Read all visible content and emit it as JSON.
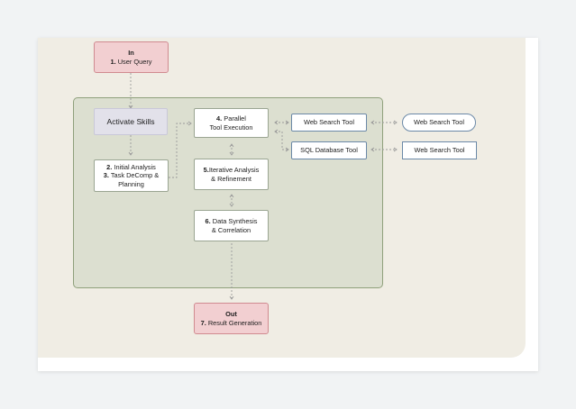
{
  "nodes": {
    "input": {
      "title": "In",
      "num": "1.",
      "label": "User Query"
    },
    "activate": {
      "label": "Activate Skills"
    },
    "analysis": {
      "line1_num": "2.",
      "line1_label": "Initial Analysis",
      "line2_num": "3.",
      "line2_label": "Task DeComp &",
      "line3_label": "Planning"
    },
    "parallel": {
      "num": "4.",
      "label1": "Parallel",
      "label2": "Tool Execution"
    },
    "iterative": {
      "num": "5.",
      "label1": "Iterative Analysis",
      "label2": "& Refinement"
    },
    "synthesis": {
      "num": "6.",
      "label1": "Data Synthesis",
      "label2": "& Correlation"
    },
    "output": {
      "title": "Out",
      "num": "7.",
      "label": "Result Generation"
    },
    "tool_web": {
      "label": "Web Search Tool"
    },
    "tool_sql": {
      "label": "SQL Database Tool"
    },
    "ext_web": {
      "label": "Web Search Tool"
    },
    "ext_sql": {
      "label": "Web Search Tool"
    }
  },
  "colors": {
    "io_fill": "#f2cfd1",
    "group_fill": "#dcdfd0",
    "tool_border": "#6b89a8",
    "connector": "#9a9a9a"
  }
}
